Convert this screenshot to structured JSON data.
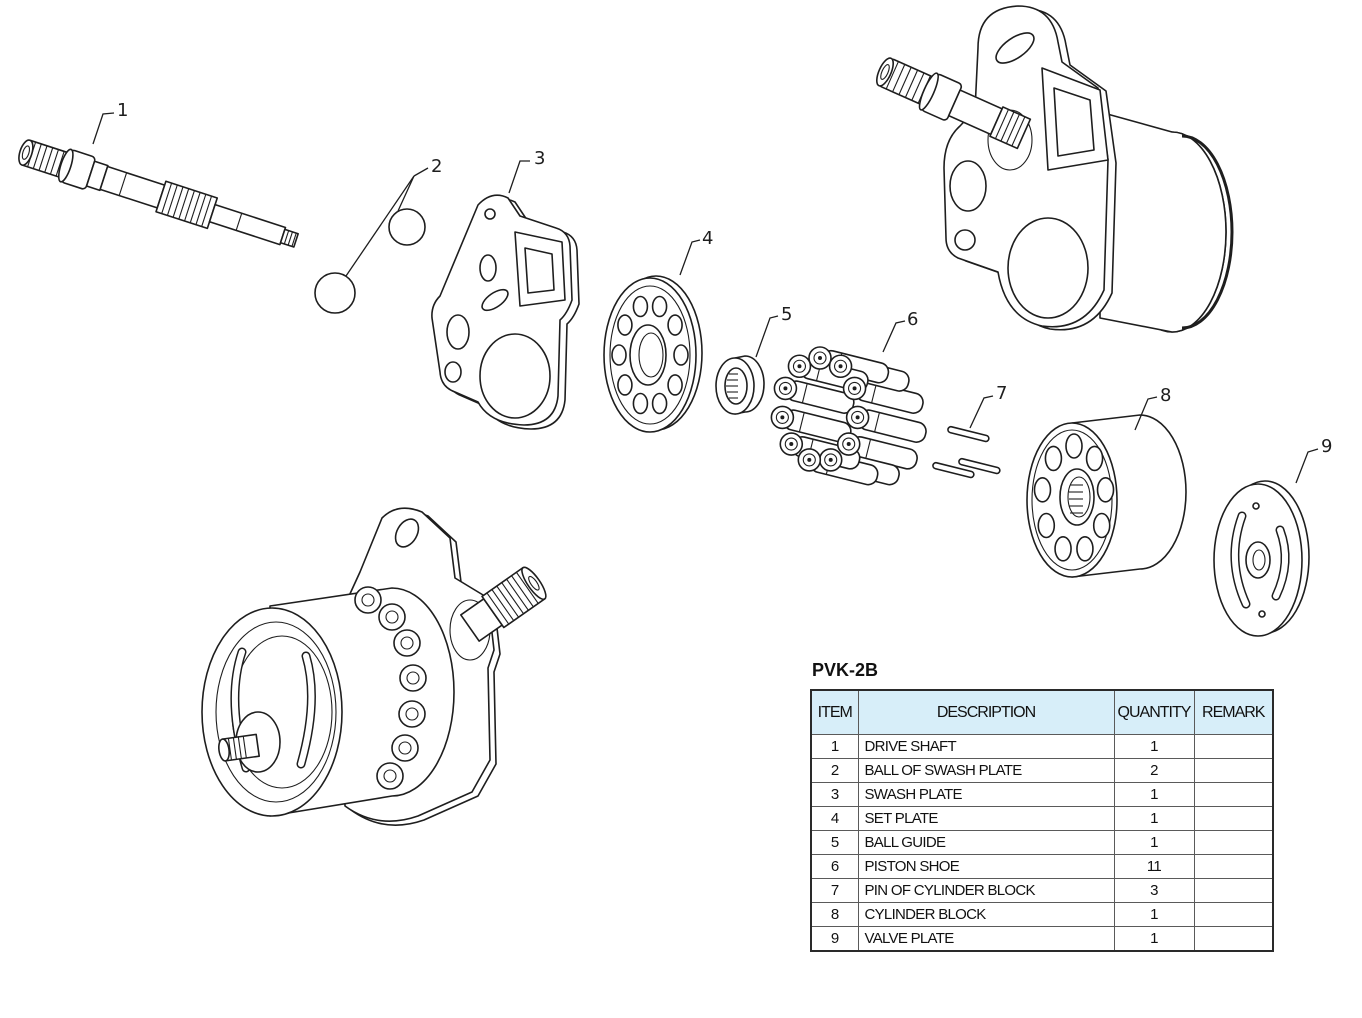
{
  "callouts": [
    "1",
    "2",
    "3",
    "4",
    "5",
    "6",
    "7",
    "8",
    "9"
  ],
  "table": {
    "title": "PVK-2B",
    "headers": {
      "item": "ITEM",
      "description": "DESCRIPTION",
      "quantity": "QUANTITY",
      "remark": "REMARK"
    },
    "rows": [
      {
        "item": "1",
        "description": "DRIVE SHAFT",
        "quantity": "1"
      },
      {
        "item": "2",
        "description": "BALL OF SWASH PLATE",
        "quantity": "2"
      },
      {
        "item": "3",
        "description": "SWASH PLATE",
        "quantity": "1"
      },
      {
        "item": "4",
        "description": "SET PLATE",
        "quantity": "1"
      },
      {
        "item": "5",
        "description": "BALL GUIDE",
        "quantity": "1"
      },
      {
        "item": "6",
        "description": "PISTON SHOE",
        "quantity": "11"
      },
      {
        "item": "7",
        "description": "PIN OF CYLINDER BLOCK",
        "quantity": "3"
      },
      {
        "item": "8",
        "description": "CYLINDER BLOCK",
        "quantity": "1"
      },
      {
        "item": "9",
        "description": "VALVE PLATE",
        "quantity": "1"
      }
    ]
  },
  "colors": {
    "header_background": "#d7eef9",
    "line": "#1e1e1e",
    "background": "#ffffff"
  }
}
